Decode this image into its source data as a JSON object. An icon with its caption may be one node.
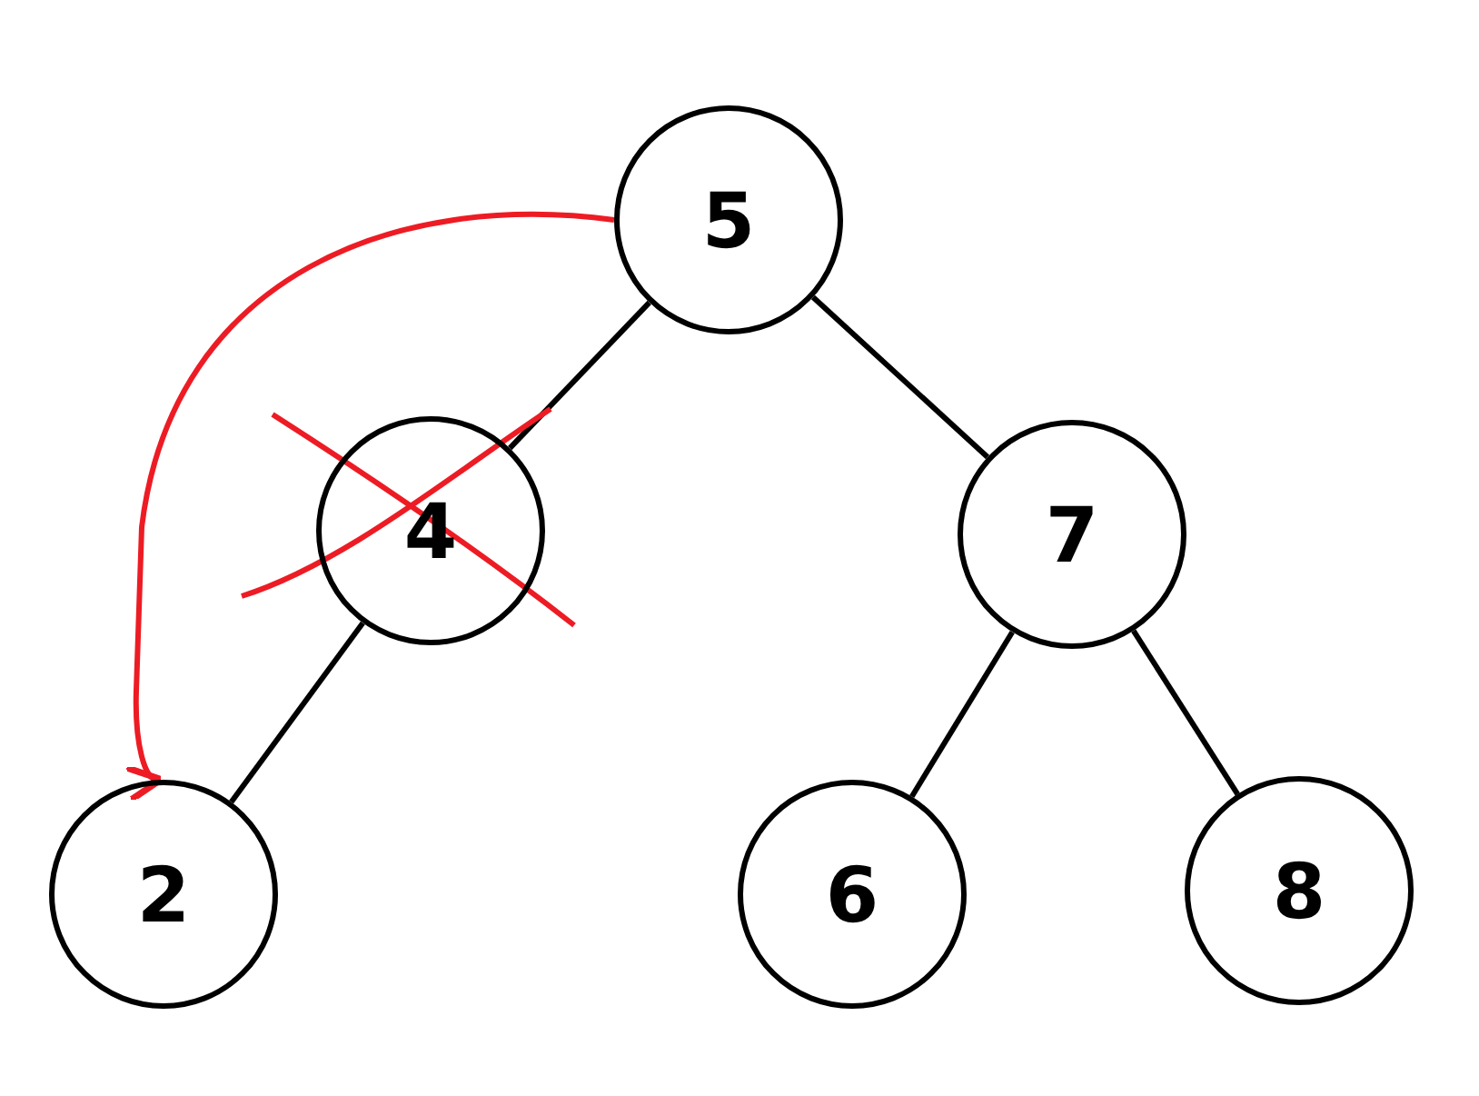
{
  "diagram": {
    "nodes": [
      {
        "text": [
          "5"
        ]
      },
      {
        "text": [
          "4"
        ]
      },
      {
        "text": [
          "7"
        ]
      },
      {
        "text": [
          "2"
        ]
      },
      {
        "text": [
          "6"
        ]
      },
      {
        "text": [
          "8"
        ]
      }
    ],
    "edges": [
      {
        "from": 0,
        "to": 1,
        "arrow": "none"
      },
      {
        "from": 0,
        "to": 2,
        "arrow": "none"
      },
      {
        "from": 1,
        "to": 3,
        "arrow": "none"
      },
      {
        "from": 2,
        "to": 4,
        "arrow": "none"
      },
      {
        "from": 2,
        "to": 5,
        "arrow": "none"
      },
      {
        "from": 0,
        "to": 3,
        "arrow": "to",
        "color": "#ed1c24"
      }
    ]
  }
}
